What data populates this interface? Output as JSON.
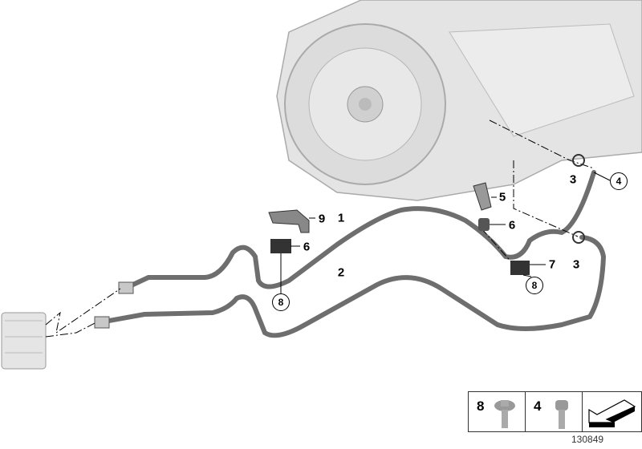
{
  "callouts": {
    "c1": "1",
    "c2": "2",
    "c3a": "3",
    "c3b": "3",
    "c4": "4",
    "c5": "5",
    "c6a": "6",
    "c6b": "6",
    "c7": "7",
    "c8a": "8",
    "c8b": "8",
    "c9": "9"
  },
  "legend": {
    "items": [
      {
        "number": "8",
        "icon": "flange-bolt-icon"
      },
      {
        "number": "4",
        "icon": "hex-bolt-icon"
      },
      {
        "number": "",
        "icon": "direction-arrow-icon"
      }
    ]
  },
  "diagram_number": "130849",
  "colors": {
    "pipe": "#6e6e6e",
    "housing": "#e2e2e2",
    "ink": "#000000"
  }
}
